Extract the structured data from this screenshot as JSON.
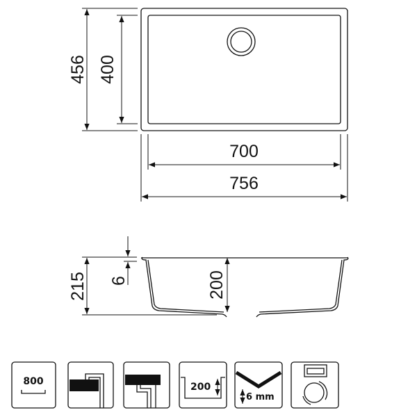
{
  "top_view": {
    "outer_height": "456",
    "inner_height": "400",
    "inner_width": "700",
    "outer_width": "756"
  },
  "side_view": {
    "total_depth": "215",
    "rim_thickness": "6",
    "bowl_depth": "200"
  },
  "icons": [
    {
      "name": "cabinet-width-icon",
      "label": "800"
    },
    {
      "name": "overmount-installation-icon"
    },
    {
      "name": "undermount-installation-icon"
    },
    {
      "name": "bowl-depth-icon",
      "label": "200"
    },
    {
      "name": "thickness-icon",
      "label": "6 mm"
    },
    {
      "name": "drain-waste-icon"
    }
  ],
  "colors": {
    "line": "#111111",
    "background": "#ffffff"
  }
}
